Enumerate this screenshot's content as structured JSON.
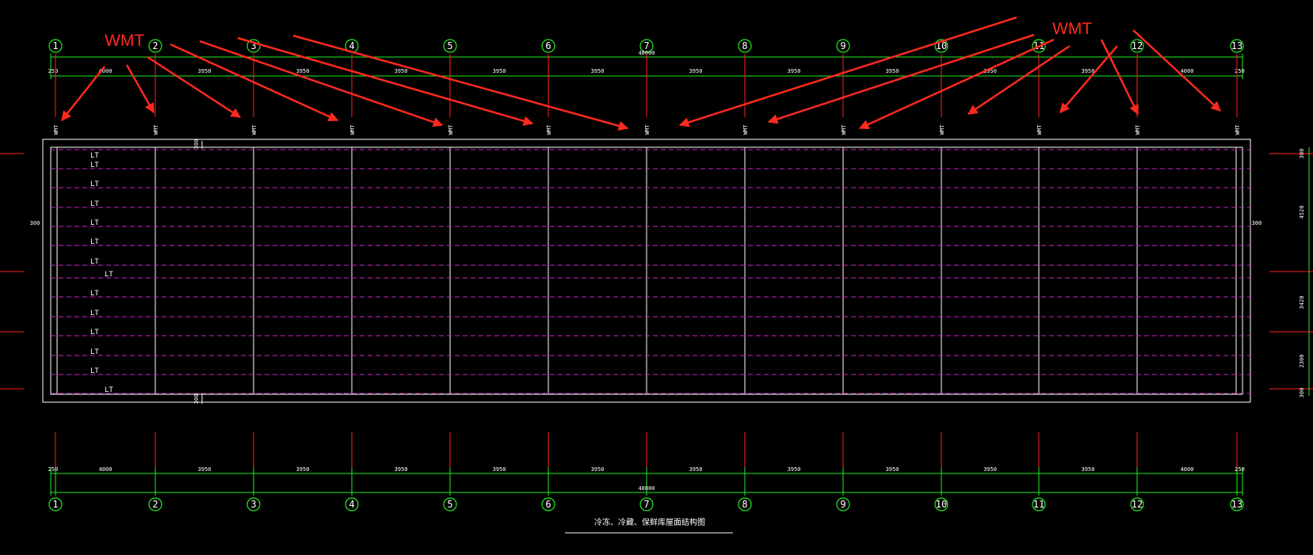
{
  "grid_axes": [
    "1",
    "2",
    "3",
    "4",
    "5",
    "6",
    "7",
    "8",
    "9",
    "10",
    "11",
    "12",
    "13"
  ],
  "top_dimensions": {
    "total": "48000",
    "segments": [
      "250",
      "4000",
      "3950",
      "3950",
      "3950",
      "3950",
      "3950",
      "3950",
      "3950",
      "3950",
      "3950",
      "3950",
      "4000",
      "250"
    ]
  },
  "bottom_dimensions": {
    "total": "48000",
    "segments": [
      "250",
      "4000",
      "3950",
      "3950",
      "3950",
      "3950",
      "3950",
      "3950",
      "3950",
      "3950",
      "3950",
      "3950",
      "4000",
      "250"
    ]
  },
  "column_tag": "WMT",
  "annotation_left": "WMT",
  "annotation_right": "WMT",
  "purlin_tag": "LT",
  "purlin_labels": [
    "LT",
    "LT",
    "LT",
    "LT",
    "LT",
    "LT",
    "LT",
    "LT",
    "LT",
    "LT",
    "LT",
    "LT",
    "LT",
    "LT"
  ],
  "edge_dims": {
    "top_mark": "300",
    "bottom_mark": "300",
    "left_mark": "300",
    "right_mark": "300"
  },
  "right_side_dims": [
    "300",
    "4520",
    "3420",
    "2300",
    "300"
  ],
  "drawing_title": "冷冻、冷藏、保鲜库屋面结构图",
  "colors": {
    "background": "#000000",
    "axis_line": "#ff2020",
    "dimension_line": "#22ee22",
    "axis_bubble": "#22ee22",
    "outline": "#ffffff",
    "purlin": "#cc22cc",
    "arrow": "#ff2a1f"
  }
}
